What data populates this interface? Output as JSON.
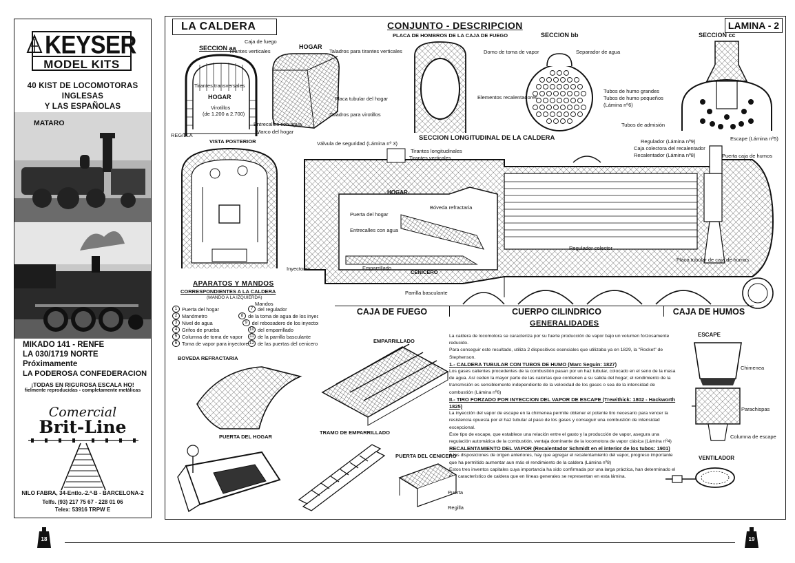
{
  "ad": {
    "brand_word": "KEYSER",
    "brand_sub": "MODEL KITS",
    "tagline": [
      "40 KIST DE LOCOMOTORAS",
      "INGLESAS",
      "Y LAS ESPAÑOLAS"
    ],
    "photo1_caption": "MATARO",
    "model_1": "MIKADO 141 - RENFE",
    "model_2": "LA 030/1719 NORTE",
    "coming": "Próximamente",
    "coming_model": "LA PODEROSA CONFEDERACION",
    "scale_note": "¡TODAS EN RIGUROSA ESCALA HO!",
    "scale_note_2": "fielmente reproducidas - completamente metálicas",
    "shop_1": "Comercial",
    "shop_2": "Brit-Line",
    "address": "NILO FABRA, 34-Entlo.-2.ª-B - BARCELONA-2",
    "phones": "Telfs. (93) 217 75 67 - 228 01 06",
    "telex": "Telex: 53916 TRPW E"
  },
  "plate": {
    "title": "LA CALDERA",
    "heading": "CONJUNTO - DESCRIPCION",
    "lamina": "LAMINA - 2",
    "section_aa": "SECCION aa",
    "section_bb": "SECCION bb",
    "section_cc": "SECCION cc",
    "hogar": "HOGAR",
    "placa_hombros": "PLACA DE HOMBROS DE LA CAJA DE FUEGO",
    "seccion_longitudinal": "SECCION LONGITUDINAL DE LA CALDERA",
    "vista_posterior": "VISTA POSTERIOR",
    "aparatos_title": "APARATOS Y MANDOS",
    "aparatos_sub": "CORRESPONDIENTES A LA CALDERA",
    "mando_izq": "(MANDO A LA IZQUIERDA)",
    "mandos_word": "Mandos",
    "band_fuego": "CAJA DE FUEGO",
    "band_cilindrico": "CUERPO CILINDRICO",
    "band_humos": "CAJA DE HUMOS",
    "generalidades": "GENERALIDADES",
    "emparrillado": "EMPARRILLADO",
    "boveda": "BOVEDA REFRACTARIA",
    "puerta_hogar": "PUERTA DEL HOGAR",
    "tramo": "TRAMO DE EMPARRILLADO",
    "puerta_cenicero": "PUERTA DEL CENICERO",
    "escape": "ESCAPE",
    "ventilador": "VENTILADOR",
    "cenicero": "CENICERO",
    "labels": {
      "caja_fuego": "Caja de fuego",
      "tirantes_verticales": "Tirantes verticales",
      "tirantes_transversales": "Tirantes transversales",
      "viratillos": "Virotillos",
      "viratillos_n": "(de 1.200 a 2.700)",
      "entrecalles": "Entrecalles con agua",
      "marco_hogar": "Marco del hogar",
      "regilla": "REGILLA",
      "taladros_tirantes": "Taladros para tirantes verticales",
      "placa_tubular": "Placa tubular del hogar",
      "taladros_virotillos": "Taladros para virotillos",
      "domo": "Domo de toma de vapor",
      "separador": "Separador de agua",
      "elementos": "Elementos recalentadores",
      "tubos_grandes": "Tubos de humo grandes",
      "tubos_pequenos": "Tubos de humo pequeños",
      "lamina6": "(Lámina nº6)",
      "tubos_admision": "Tubos de admisión",
      "escape_l5": "Escape (Lámina nº5)",
      "valvula": "Válvula de seguridad (Lámina nº 3)",
      "tirantes_long": "Tirantes longitudinales",
      "tirantes_vert2": "Tirantes verticales",
      "regulador": "Regulador (Lámina nº9)",
      "caja_colectora": "Caja colectora del recalentador",
      "recalentador": "Recalentador (Lámina nº8)",
      "puerta_humos": "Puerta caja de humos",
      "puerta_del_hogar": "Puerta del hogar",
      "boveda_refr": "Bóveda refractaria",
      "entrecalles2": "Entrecalles con agua",
      "emparrillado2": "Emparrillado",
      "parrilla": "Parrilla basculante",
      "regula_colector": "Regulador colector",
      "placa_tubular_humos": "Placa tubular de caja de humos",
      "chimenea": "Chimenea",
      "porachispas": "Parachispas",
      "columna_escape": "Columna de escape",
      "puerta": "Puerta",
      "regilla2": "Regilla",
      "inyectores": "Inyectores"
    },
    "aparatos": [
      {
        "n": "1",
        "left": "Puerta del hogar",
        "nr": "7",
        "right": "del regulador"
      },
      {
        "n": "2",
        "left": "Manómetro",
        "nr": "8",
        "right": "de la toma de agua de los inyectores"
      },
      {
        "n": "3",
        "left": "Nivel de agua",
        "nr": "9",
        "right": "del rebosadero de los inyectores"
      },
      {
        "n": "4",
        "left": "Grifos de prueba",
        "nr": "10",
        "right": "del emparrillado"
      },
      {
        "n": "5",
        "left": "Columna de toma de vapor",
        "nr": "11",
        "right": "de la parrilla basculante"
      },
      {
        "n": "6",
        "left": "Toma de vapor para inyectores",
        "nr": "12",
        "right": "de las puertas del cenicero"
      }
    ],
    "generalidades_text": [
      {
        "t": "La caldera de locomotora se caracteriza por su fuerte producción de vapor bajo un volumen forzosamente reducido.",
        "h": false
      },
      {
        "t": "Para conseguir este resultado, utiliza 2 dispositivos esenciales que utilizaba ya en 1829, la \"Rocket\" de Stephenson.",
        "h": false
      },
      {
        "t": "1.- CALDERA TUBULAR CON TUBOS DE HUMO (Marc Seguin: 1827)",
        "h": true
      },
      {
        "t": "Los gases calientes procedentes de la combustión pasan por un haz tubular, colocado en el seno de la masa de agua. Así ceden la mayor parte de las calorías que contienen a su salida del hogar; el rendimiento de la transmisión es sensiblemente independiente de la velocidad de los gases o sea de la intensidad de combustión (Lámina nº6)",
        "h": false
      },
      {
        "t": "II.- TIRO FORZADO POR INYECCION DEL VAPOR DE ESCAPE (Trewithick: 1802 - Hackworth 1825)",
        "h": true
      },
      {
        "t": "La inyección del vapor de escape en la chimenea permite obtener el potente tiro necesario para vencer la resistencia opuesta por el haz tubular al paso de los gases y conseguir una combustión de intensidad excepcional.",
        "h": false
      },
      {
        "t": "Este tipo de escape, que establece una relación entre el gasto y la producción de vapor, asegura una regulación automática de la combustión, ventaja dominante de la locomotora de vapor clásica (Lámina nº4)",
        "h": false
      },
      {
        "t": "RECALENTAMIENTO DEL VAPOR (Recalentador Schmidt en el interior de los tubos: 1901)",
        "h": true
      },
      {
        "t": "A las disposiciones de origen anteriores, hay que agregar el recalentamiento del vapor, progreso importante que ha permitido aumentar aun más el rendimiento de la caldera (Lámina nº8)",
        "h": false
      },
      {
        "t": "Estos tres inventos capitales cuya importancia ha sido confirmada por una larga práctica, han determinado el tipo característico de caldera que en líneas generales se representan en esta lámina.",
        "h": false
      }
    ]
  },
  "pages": {
    "left": "18",
    "right": "19"
  }
}
